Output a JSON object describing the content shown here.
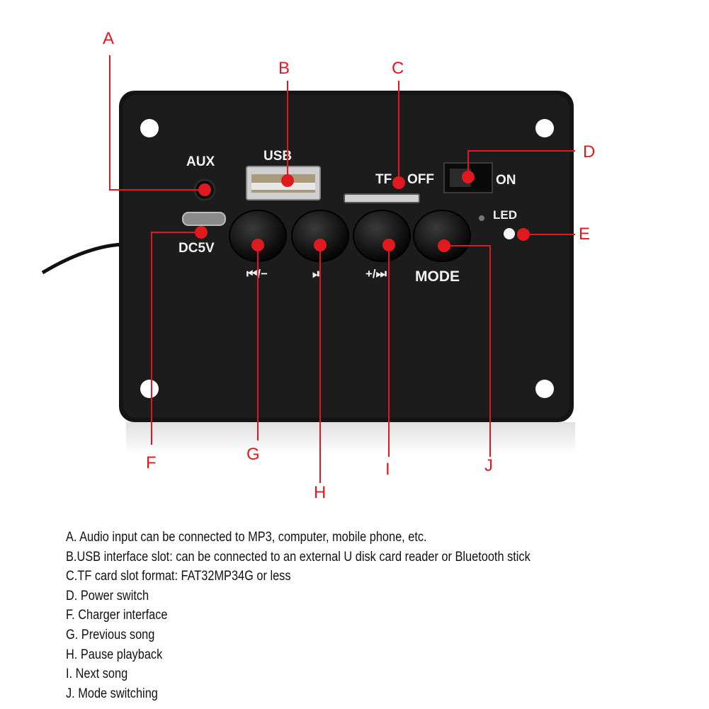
{
  "panel_labels": {
    "aux": "AUX",
    "usb": "USB",
    "tf": "TF",
    "off": "OFF",
    "on": "ON",
    "led": "LED",
    "dc5v": "DC5V",
    "prev": "⏮/−",
    "play": "⏯",
    "next": "+/⏭",
    "mode": "MODE"
  },
  "callouts": {
    "a": "A",
    "b": "B",
    "c": "C",
    "d": "D",
    "e": "E",
    "f": "F",
    "g": "G",
    "h": "H",
    "i": "I",
    "j": "J"
  },
  "descriptions": [
    "A. Audio input can be connected to MP3, computer, mobile phone, etc.",
    "B.USB interface slot: can be connected to an external U disk card reader or Bluetooth stick",
    "C.TF card slot format: FAT32MP34G or less",
    "D. Power switch",
    "F. Charger interface",
    "G. Previous song",
    "H. Pause playback",
    "I. Next song",
    "J. Mode switching"
  ],
  "colors": {
    "callout": "#e0191f",
    "panel": "#141414",
    "panel_text": "#f2f2f2"
  }
}
